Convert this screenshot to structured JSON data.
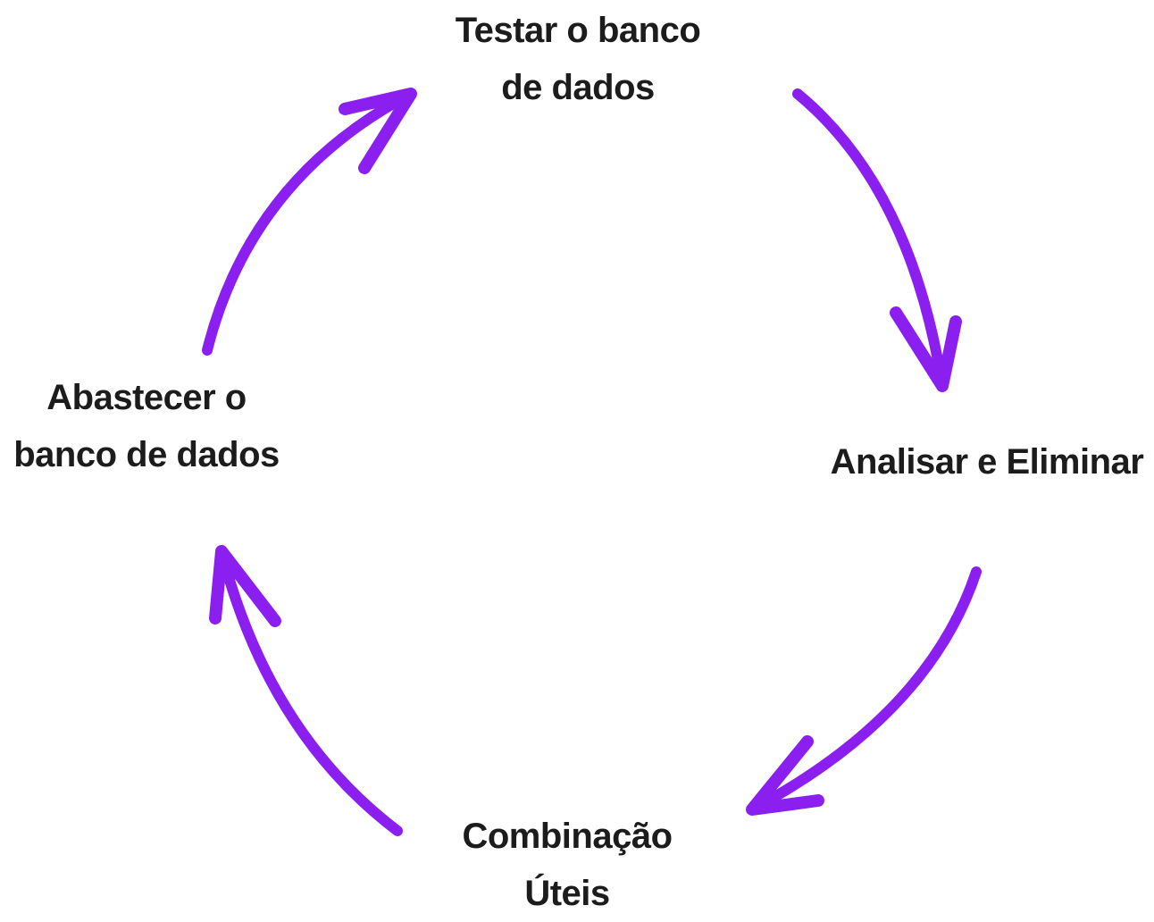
{
  "colors": {
    "arrow": "#8a1ff0",
    "text": "#1c1c1c"
  },
  "steps": [
    {
      "line1": "Testar o banco",
      "line2": "de dados"
    },
    {
      "line1": "Analisar e Eliminar"
    },
    {
      "line1": "Combinação",
      "line2": "Úteis"
    },
    {
      "line1": "Abastecer o",
      "line2": "banco de dados"
    }
  ]
}
